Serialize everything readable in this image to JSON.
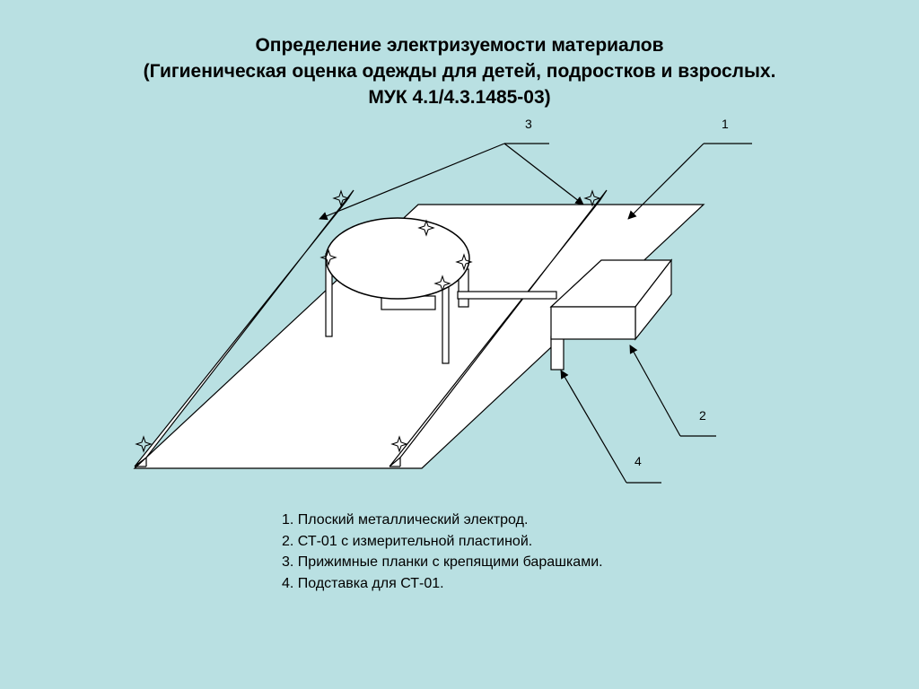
{
  "slide": {
    "background_color": "#b9e0e2",
    "title_lines": [
      "Определение электризуемости  материалов",
      "(Гигиеническая оценка одежды для детей, подростков и взрослых.",
      "МУК 4.1/4.3.1485-03)"
    ]
  },
  "diagram": {
    "callouts": {
      "electrode": "1",
      "st01": "2",
      "clamps": "3",
      "stand": "4"
    },
    "line_color": "#000000",
    "fill_color": "#ffffff"
  },
  "legend": {
    "items": [
      "1. Плоский металлический электрод.",
      "2. СТ-01 с измерительной пластиной.",
      "3. Прижимные планки с крепящими барашками.",
      "4. Подставка для СТ-01."
    ]
  }
}
